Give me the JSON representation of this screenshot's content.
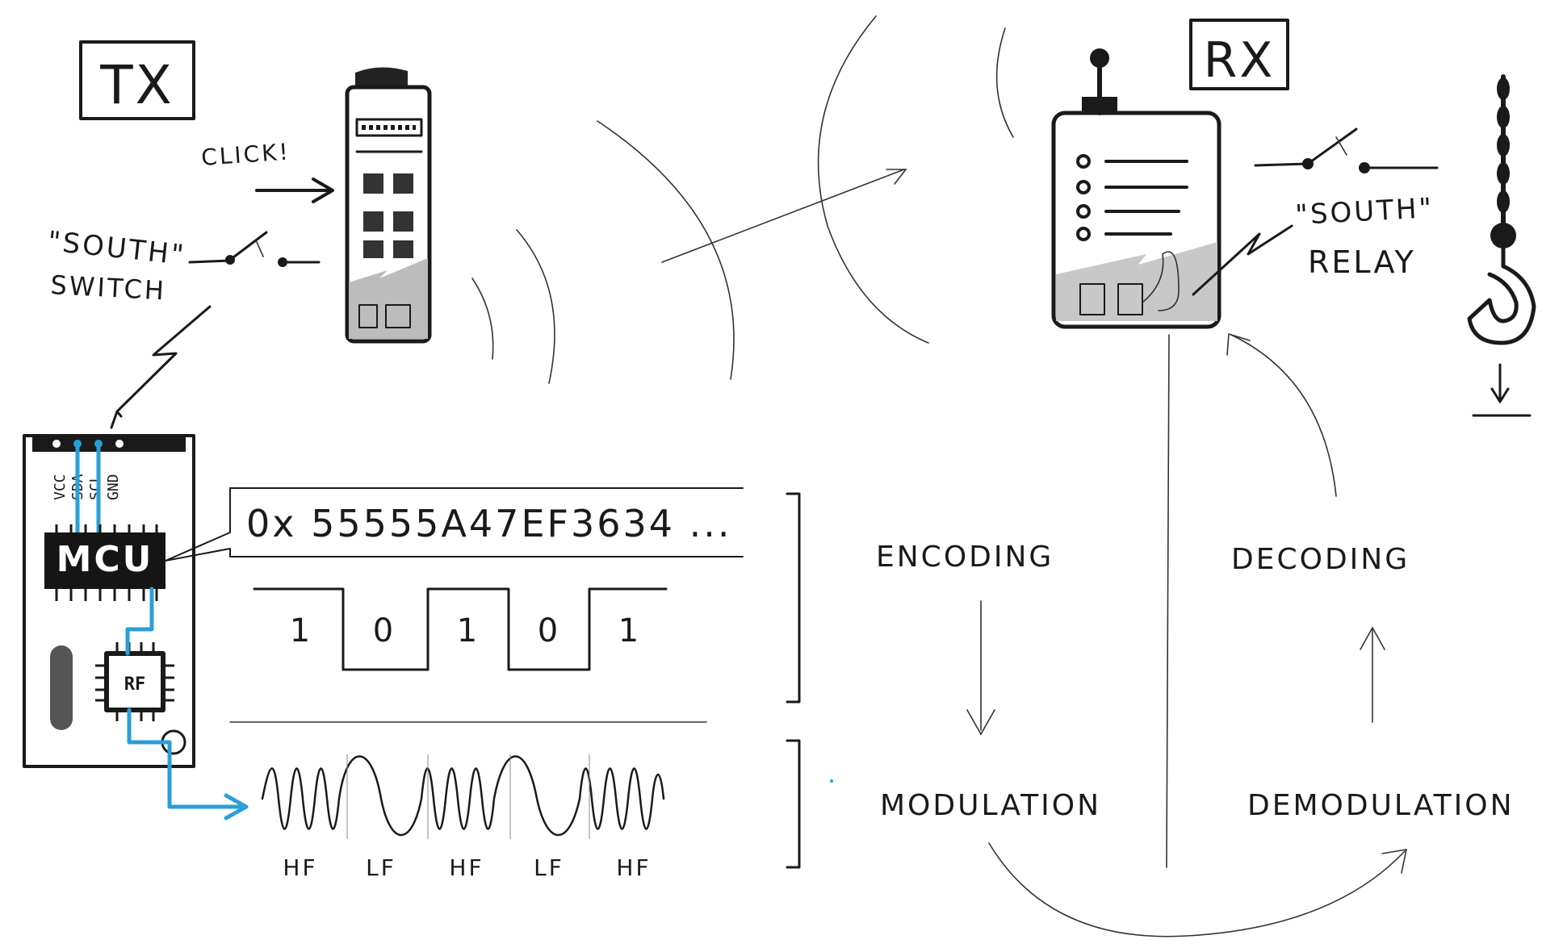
{
  "labels": {
    "tx": "TX",
    "rx": "RX",
    "click": "CLICK!",
    "south_switch_1": "\"SOUTH\"",
    "south_switch_2": "SWITCH",
    "south_relay_1": "\"SOUTH\"",
    "south_relay_2": "RELAY",
    "mcu": "MCU",
    "rf_chip": "RF",
    "hex_code": "0x 55555A47EF3634 ...",
    "pins": [
      "VCC",
      "SDA",
      "SCL",
      "GND"
    ],
    "bits": [
      "1",
      "0",
      "1",
      "0",
      "1"
    ],
    "freqs": [
      "HF",
      "LF",
      "HF",
      "LF",
      "HF"
    ],
    "encoding": "ENCODING",
    "modulation": "MODULATION",
    "decoding": "DECODING",
    "demodulation": "DEMODULATION"
  },
  "colors": {
    "ink": "#1a1a1a",
    "trace_blue": "#2a9fd8",
    "board_gray": "#c8c8c8",
    "chip_black": "#151515"
  },
  "icons": [
    "antenna-icon",
    "hook-icon",
    "switch-icon",
    "relay-icon",
    "lightning-icon",
    "arrow-icon"
  ]
}
